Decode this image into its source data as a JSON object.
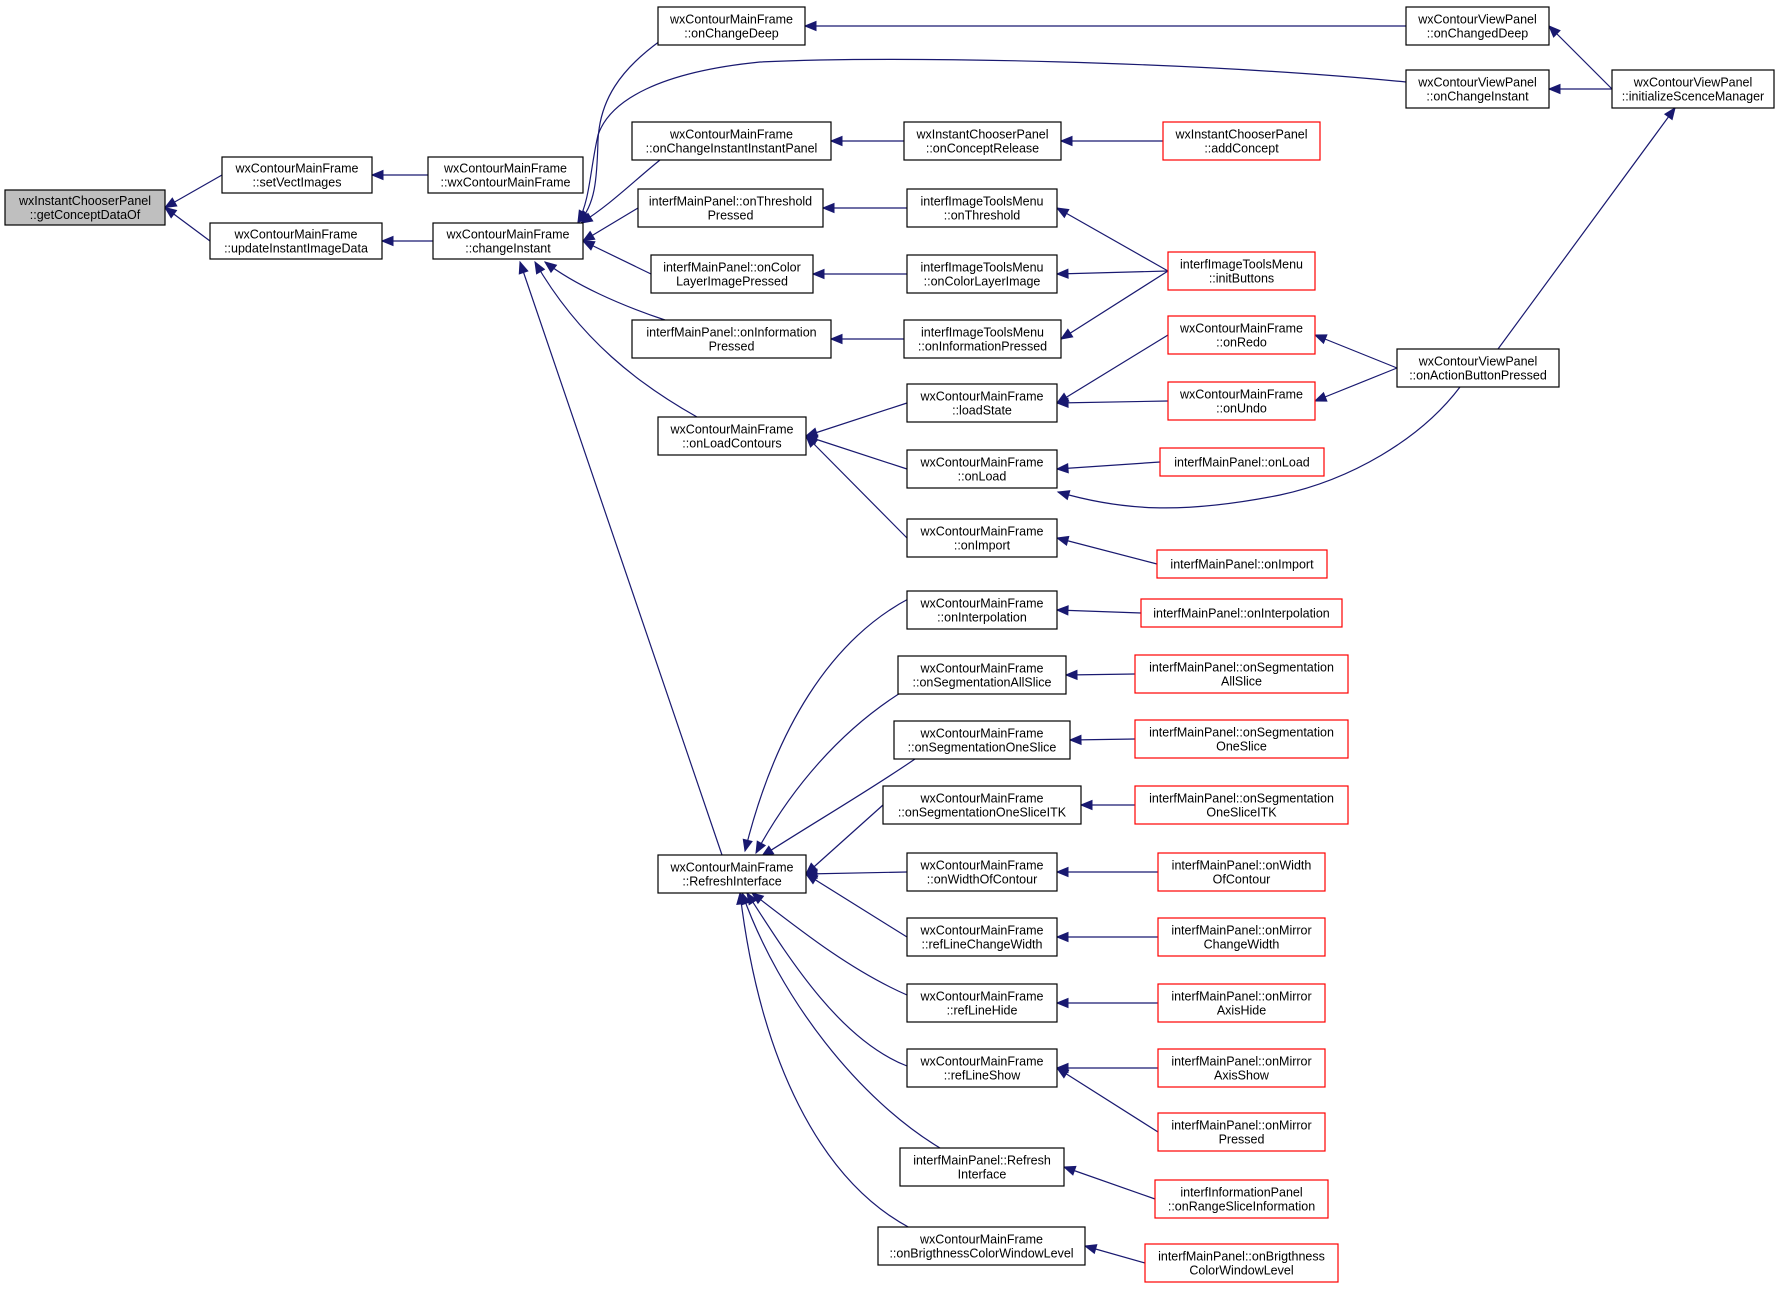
{
  "colors": {
    "edge": "#191970",
    "normal_border": "#000000",
    "truncated_border": "#ff0000",
    "root_fill": "#bfbfbf",
    "node_fill": "#ffffff"
  },
  "nodes": [
    {
      "id": "root",
      "kind": "root",
      "lines": [
        "wxInstantChooserPanel",
        "::getConceptDataOf"
      ]
    },
    {
      "id": "setVect",
      "kind": "normal",
      "lines": [
        "wxContourMainFrame",
        "::setVectImages"
      ]
    },
    {
      "id": "updInst",
      "kind": "normal",
      "lines": [
        "wxContourMainFrame",
        "::updateInstantImageData"
      ]
    },
    {
      "id": "wxCMF",
      "kind": "normal",
      "lines": [
        "wxContourMainFrame",
        "::wxContourMainFrame"
      ]
    },
    {
      "id": "changeInst",
      "kind": "normal",
      "lines": [
        "wxContourMainFrame",
        "::changeInstant"
      ]
    },
    {
      "id": "onChangeDeep",
      "kind": "normal",
      "lines": [
        "wxContourMainFrame",
        "::onChangeDeep"
      ]
    },
    {
      "id": "onChangeIIP",
      "kind": "normal",
      "lines": [
        "wxContourMainFrame",
        "::onChangeInstantInstantPanel"
      ]
    },
    {
      "id": "mpThreshold",
      "kind": "normal",
      "lines": [
        "interfMainPanel::onThreshold",
        "Pressed"
      ]
    },
    {
      "id": "mpColor",
      "kind": "normal",
      "lines": [
        "interfMainPanel::onColor",
        "LayerImagePressed"
      ]
    },
    {
      "id": "mpInfo",
      "kind": "normal",
      "lines": [
        "interfMainPanel::onInformation",
        "Pressed"
      ]
    },
    {
      "id": "onLoadContours",
      "kind": "normal",
      "lines": [
        "wxContourMainFrame",
        "::onLoadContours"
      ]
    },
    {
      "id": "refreshIface",
      "kind": "normal",
      "lines": [
        "wxContourMainFrame",
        "::RefreshInterface"
      ]
    },
    {
      "id": "icpConceptRel",
      "kind": "normal",
      "lines": [
        "wxInstantChooserPanel",
        "::onConceptRelease"
      ]
    },
    {
      "id": "itmThreshold",
      "kind": "normal",
      "lines": [
        "interfImageToolsMenu",
        "::onThreshold"
      ]
    },
    {
      "id": "itmColor",
      "kind": "normal",
      "lines": [
        "interfImageToolsMenu",
        "::onColorLayerImage"
      ]
    },
    {
      "id": "itmInfo",
      "kind": "normal",
      "lines": [
        "interfImageToolsMenu",
        "::onInformationPressed"
      ]
    },
    {
      "id": "loadState",
      "kind": "normal",
      "lines": [
        "wxContourMainFrame",
        "::loadState"
      ]
    },
    {
      "id": "onLoad",
      "kind": "normal",
      "lines": [
        "wxContourMainFrame",
        "::onLoad"
      ]
    },
    {
      "id": "onImport",
      "kind": "normal",
      "lines": [
        "wxContourMainFrame",
        "::onImport"
      ]
    },
    {
      "id": "onInterp",
      "kind": "normal",
      "lines": [
        "wxContourMainFrame",
        "::onInterpolation"
      ]
    },
    {
      "id": "onSegAll",
      "kind": "normal",
      "lines": [
        "wxContourMainFrame",
        "::onSegmentationAllSlice"
      ]
    },
    {
      "id": "onSegOne",
      "kind": "normal",
      "lines": [
        "wxContourMainFrame",
        "::onSegmentationOneSlice"
      ]
    },
    {
      "id": "onSegOneITK",
      "kind": "normal",
      "lines": [
        "wxContourMainFrame",
        "::onSegmentationOneSliceITK"
      ]
    },
    {
      "id": "onWidth",
      "kind": "normal",
      "lines": [
        "wxContourMainFrame",
        "::onWidthOfContour"
      ]
    },
    {
      "id": "refLineCW",
      "kind": "normal",
      "lines": [
        "wxContourMainFrame",
        "::refLineChangeWidth"
      ]
    },
    {
      "id": "refLineHide",
      "kind": "normal",
      "lines": [
        "wxContourMainFrame",
        "::refLineHide"
      ]
    },
    {
      "id": "refLineShow",
      "kind": "normal",
      "lines": [
        "wxContourMainFrame",
        "::refLineShow"
      ]
    },
    {
      "id": "mpRefresh",
      "kind": "normal",
      "lines": [
        "interfMainPanel::Refresh",
        "Interface"
      ]
    },
    {
      "id": "onBright",
      "kind": "normal",
      "lines": [
        "wxContourMainFrame",
        "::onBrigthnessColorWindowLevel"
      ]
    },
    {
      "id": "vpChangedDeep",
      "kind": "normal",
      "lines": [
        "wxContourViewPanel",
        "::onChangedDeep"
      ]
    },
    {
      "id": "vpChangeInst",
      "kind": "normal",
      "lines": [
        "wxContourViewPanel",
        "::onChangeInstant"
      ]
    },
    {
      "id": "vpInitScene",
      "kind": "normal",
      "lines": [
        "wxContourViewPanel",
        "::initializeScenceManager"
      ]
    },
    {
      "id": "icpAddConcept",
      "kind": "truncated",
      "lines": [
        "wxInstantChooserPanel",
        "::addConcept"
      ]
    },
    {
      "id": "itmInitButtons",
      "kind": "truncated",
      "lines": [
        "interfImageToolsMenu",
        "::initButtons"
      ]
    },
    {
      "id": "onRedo",
      "kind": "truncated",
      "lines": [
        "wxContourMainFrame",
        "::onRedo"
      ]
    },
    {
      "id": "onUndo",
      "kind": "truncated",
      "lines": [
        "wxContourMainFrame",
        "::onUndo"
      ]
    },
    {
      "id": "vpActionBtn",
      "kind": "normal",
      "lines": [
        "wxContourViewPanel",
        "::onActionButtonPressed"
      ]
    },
    {
      "id": "mpOnLoad",
      "kind": "truncated",
      "lines": [
        "interfMainPanel::onLoad"
      ]
    },
    {
      "id": "mpOnImport",
      "kind": "truncated",
      "lines": [
        "interfMainPanel::onImport"
      ]
    },
    {
      "id": "mpOnInterp",
      "kind": "truncated",
      "lines": [
        "interfMainPanel::onInterpolation"
      ]
    },
    {
      "id": "mpSegAll",
      "kind": "truncated",
      "lines": [
        "interfMainPanel::onSegmentation",
        "AllSlice"
      ]
    },
    {
      "id": "mpSegOne",
      "kind": "truncated",
      "lines": [
        "interfMainPanel::onSegmentation",
        "OneSlice"
      ]
    },
    {
      "id": "mpSegOneITK",
      "kind": "truncated",
      "lines": [
        "interfMainPanel::onSegmentation",
        "OneSliceITK"
      ]
    },
    {
      "id": "mpWidth",
      "kind": "truncated",
      "lines": [
        "interfMainPanel::onWidth",
        "OfContour"
      ]
    },
    {
      "id": "mpMirrorCW",
      "kind": "truncated",
      "lines": [
        "interfMainPanel::onMirror",
        "ChangeWidth"
      ]
    },
    {
      "id": "mpMirrorHide",
      "kind": "truncated",
      "lines": [
        "interfMainPanel::onMirror",
        "AxisHide"
      ]
    },
    {
      "id": "mpMirrorShow",
      "kind": "truncated",
      "lines": [
        "interfMainPanel::onMirror",
        "AxisShow"
      ]
    },
    {
      "id": "mpMirrorPressed",
      "kind": "truncated",
      "lines": [
        "interfMainPanel::onMirror",
        "Pressed"
      ]
    },
    {
      "id": "ipRangeSlice",
      "kind": "truncated",
      "lines": [
        "interfInformationPanel",
        "::onRangeSliceInformation"
      ]
    },
    {
      "id": "mpBright",
      "kind": "truncated",
      "lines": [
        "interfMainPanel::onBrigthness",
        "ColorWindowLevel"
      ]
    }
  ],
  "edges": [
    [
      "setVect",
      "root"
    ],
    [
      "updInst",
      "root"
    ],
    [
      "wxCMF",
      "setVect"
    ],
    [
      "changeInst",
      "updInst"
    ],
    [
      "onChangeDeep",
      "changeInst"
    ],
    [
      "vpChangeInst",
      "changeInst"
    ],
    [
      "onChangeIIP",
      "changeInst"
    ],
    [
      "mpThreshold",
      "changeInst"
    ],
    [
      "mpColor",
      "changeInst"
    ],
    [
      "mpInfo",
      "changeInst"
    ],
    [
      "onLoadContours",
      "changeInst"
    ],
    [
      "refreshIface",
      "changeInst"
    ],
    [
      "vpChangedDeep",
      "onChangeDeep"
    ],
    [
      "vpInitScene",
      "vpChangedDeep"
    ],
    [
      "vpInitScene",
      "vpChangeInst"
    ],
    [
      "vpActionBtn",
      "vpInitScene"
    ],
    [
      "icpConceptRel",
      "onChangeIIP"
    ],
    [
      "icpAddConcept",
      "icpConceptRel"
    ],
    [
      "itmThreshold",
      "mpThreshold"
    ],
    [
      "itmColor",
      "mpColor"
    ],
    [
      "itmInfo",
      "mpInfo"
    ],
    [
      "itmInitButtons",
      "itmThreshold"
    ],
    [
      "itmInitButtons",
      "itmColor"
    ],
    [
      "itmInitButtons",
      "itmInfo"
    ],
    [
      "loadState",
      "onLoadContours"
    ],
    [
      "onLoad",
      "onLoadContours"
    ],
    [
      "onImport",
      "onLoadContours"
    ],
    [
      "onRedo",
      "loadState"
    ],
    [
      "onUndo",
      "loadState"
    ],
    [
      "vpActionBtn",
      "onRedo"
    ],
    [
      "vpActionBtn",
      "onUndo"
    ],
    [
      "mpOnLoad",
      "onLoad"
    ],
    [
      "vpActionBtn",
      "onLoad"
    ],
    [
      "mpOnImport",
      "onImport"
    ],
    [
      "onInterp",
      "refreshIface"
    ],
    [
      "onSegAll",
      "refreshIface"
    ],
    [
      "onSegOne",
      "refreshIface"
    ],
    [
      "onSegOneITK",
      "refreshIface"
    ],
    [
      "onWidth",
      "refreshIface"
    ],
    [
      "refLineCW",
      "refreshIface"
    ],
    [
      "refLineHide",
      "refreshIface"
    ],
    [
      "refLineShow",
      "refreshIface"
    ],
    [
      "mpRefresh",
      "refreshIface"
    ],
    [
      "onBright",
      "refreshIface"
    ],
    [
      "mpOnInterp",
      "onInterp"
    ],
    [
      "mpSegAll",
      "onSegAll"
    ],
    [
      "mpSegOne",
      "onSegOne"
    ],
    [
      "mpSegOneITK",
      "onSegOneITK"
    ],
    [
      "mpWidth",
      "onWidth"
    ],
    [
      "mpMirrorCW",
      "refLineCW"
    ],
    [
      "mpMirrorHide",
      "refLineHide"
    ],
    [
      "mpMirrorShow",
      "refLineShow"
    ],
    [
      "mpMirrorPressed",
      "refLineShow"
    ],
    [
      "ipRangeSlice",
      "mpRefresh"
    ],
    [
      "mpBright",
      "onBright"
    ]
  ]
}
